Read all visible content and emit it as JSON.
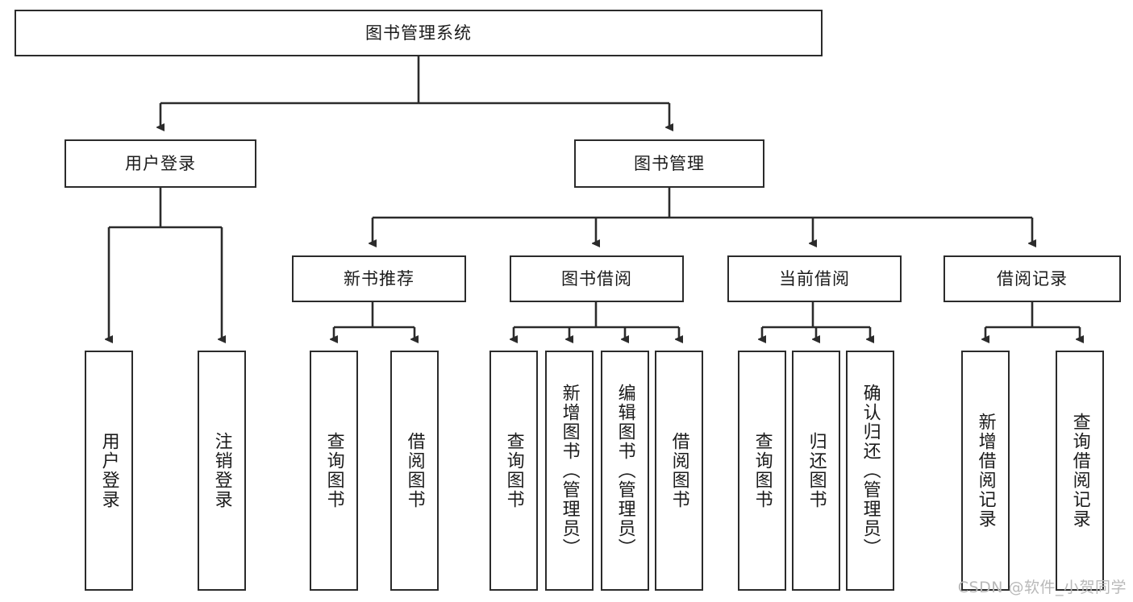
{
  "diagram": {
    "title": "图书管理系统",
    "type": "tree-hierarchy-chart",
    "watermark": "CSDN @软件_小贺同学",
    "colors": {
      "stroke": "#2b2b2b",
      "fill": "#ffffff",
      "text": "#1b1b1b",
      "watermark": "#b9b9b9"
    },
    "root": {
      "label": "图书管理系统"
    },
    "level2": [
      {
        "label": "用户登录"
      },
      {
        "label": "图书管理"
      }
    ],
    "level3": [
      {
        "label": "新书推荐"
      },
      {
        "label": "图书借阅"
      },
      {
        "label": "当前借阅"
      },
      {
        "label": "借阅记录"
      }
    ],
    "leaves": {
      "user_login": [
        {
          "label": "用户登录"
        },
        {
          "label": "注销登录"
        }
      ],
      "new_book_recommend": [
        {
          "label": "查询图书"
        },
        {
          "label": "借阅图书"
        }
      ],
      "book_borrow": [
        {
          "label": "查询图书"
        },
        {
          "label": "新增图书（管理员）"
        },
        {
          "label": "编辑图书（管理员）"
        },
        {
          "label": "借阅图书"
        }
      ],
      "current_borrow": [
        {
          "label": "查询图书"
        },
        {
          "label": "归还图书"
        },
        {
          "label": "确认归还（管理员）"
        }
      ],
      "borrow_record": [
        {
          "label": "新增借阅记录"
        },
        {
          "label": "查询借阅记录"
        }
      ]
    }
  }
}
